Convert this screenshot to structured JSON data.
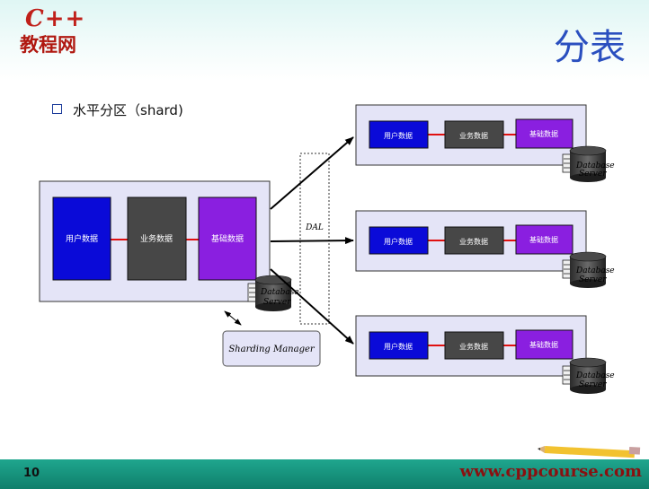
{
  "header": {
    "logo_top": "C++",
    "logo_bottom": "教程网",
    "title": "分表"
  },
  "bullet": {
    "text": "水平分区（shard)"
  },
  "diagram": {
    "source": {
      "user": "用户数据",
      "biz": "业务数据",
      "base": "基础数据",
      "db_line1": "Database",
      "db_line2": "Server"
    },
    "shards": [
      {
        "user": "用户数据",
        "biz": "业务数据",
        "base": "基础数据",
        "db_line1": "Database",
        "db_line2": "Server"
      },
      {
        "user": "用户数据",
        "biz": "业务数据",
        "base": "基础数据",
        "db_line1": "Database",
        "db_line2": "Server"
      },
      {
        "user": "用户数据",
        "biz": "业务数据",
        "base": "基础数据",
        "db_line1": "Database",
        "db_line2": "Server"
      }
    ],
    "dal_label": "DAL",
    "sharding_manager": "Sharding Manager"
  },
  "footer": {
    "page": "10",
    "site": "www.cppcourse.com"
  },
  "colors": {
    "user": "#0a0ad8",
    "biz": "#474747",
    "base": "#8a1fe0",
    "panel": "#e4e4f7",
    "link": "#e01010"
  }
}
